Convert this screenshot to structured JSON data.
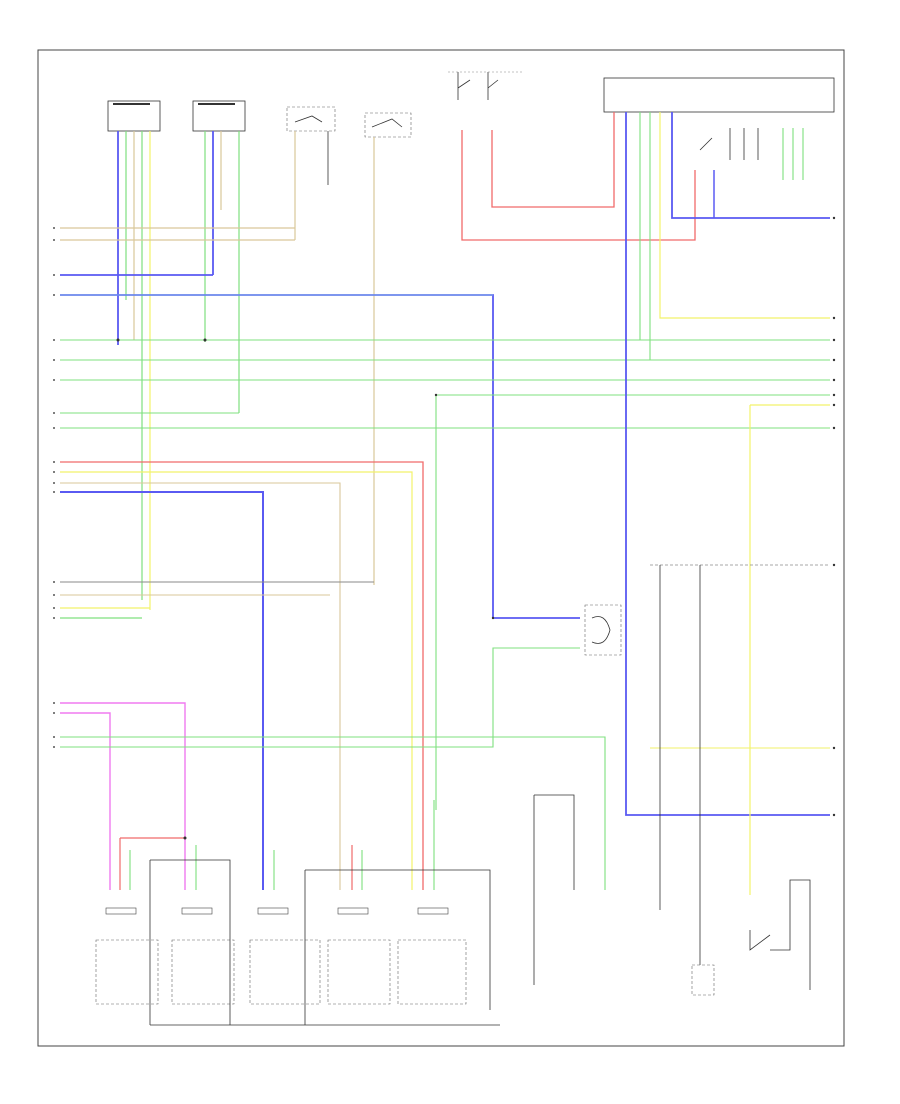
{
  "diagram": {
    "page_tag": "",
    "bottom_bus_label": "",
    "colors": {
      "red": "#f06a6a",
      "blue": "#5a5af2",
      "green": "#7fe07f",
      "yellow": "#f2f26a",
      "tan": "#d9c79a",
      "pink": "#f07af0",
      "gray": "#8a8a8a",
      "black": "#333333",
      "lightblue": "#7aa9e8",
      "orange": "#e8b070"
    },
    "components": [
      {
        "id": "top-1",
        "label": ""
      },
      {
        "id": "top-2",
        "label": ""
      },
      {
        "id": "top-3",
        "label": ""
      },
      {
        "id": "top-4",
        "label": ""
      },
      {
        "id": "top-5",
        "label": ""
      },
      {
        "id": "top-6",
        "label": ""
      },
      {
        "id": "relay",
        "label": ""
      },
      {
        "id": "bottom-1",
        "label": ""
      },
      {
        "id": "bottom-2",
        "label": ""
      },
      {
        "id": "bottom-3",
        "label": ""
      },
      {
        "id": "bottom-4",
        "label": ""
      }
    ]
  }
}
